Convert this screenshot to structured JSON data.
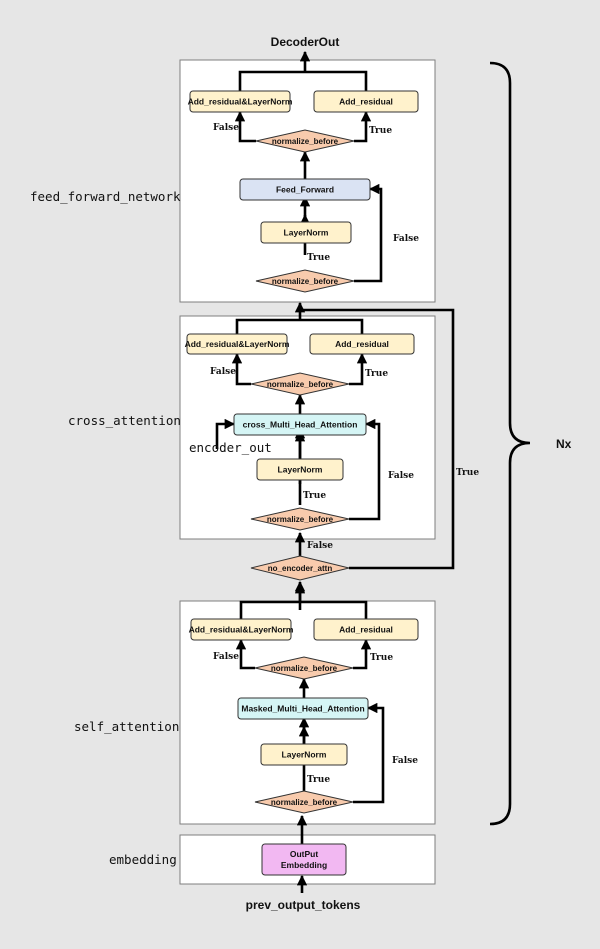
{
  "output": "DecoderOut",
  "input": "prev_output_tokens",
  "repeat": "Nx",
  "sections": {
    "ffn": "feed_forward_network",
    "cross": "cross_attention",
    "self": "self_attention",
    "embedding": "embedding"
  },
  "nodes": {
    "add_ln": "Add_residual&LayerNorm",
    "add_res": "Add_residual",
    "normalize_before": "normalize_before",
    "layernorm": "LayerNorm",
    "feed_forward": "Feed_Forward",
    "cross_mha": "cross_Multi_Head_Attention",
    "masked_mha": "Masked_Multi_Head_Attention",
    "no_encoder_attn": "no_encoder_attn",
    "embedding_line1": "OutPut",
    "embedding_line2": "Embedding"
  },
  "encoder_input": "encoder_out",
  "labels": {
    "true": "True",
    "false": "False"
  },
  "colors": {
    "add_boxes": "#fff2cc",
    "feed_forward": "#dae3f3",
    "attention": "#d5f5f5",
    "embedding": "#f2b8f2",
    "decision": "#f8cbad"
  }
}
